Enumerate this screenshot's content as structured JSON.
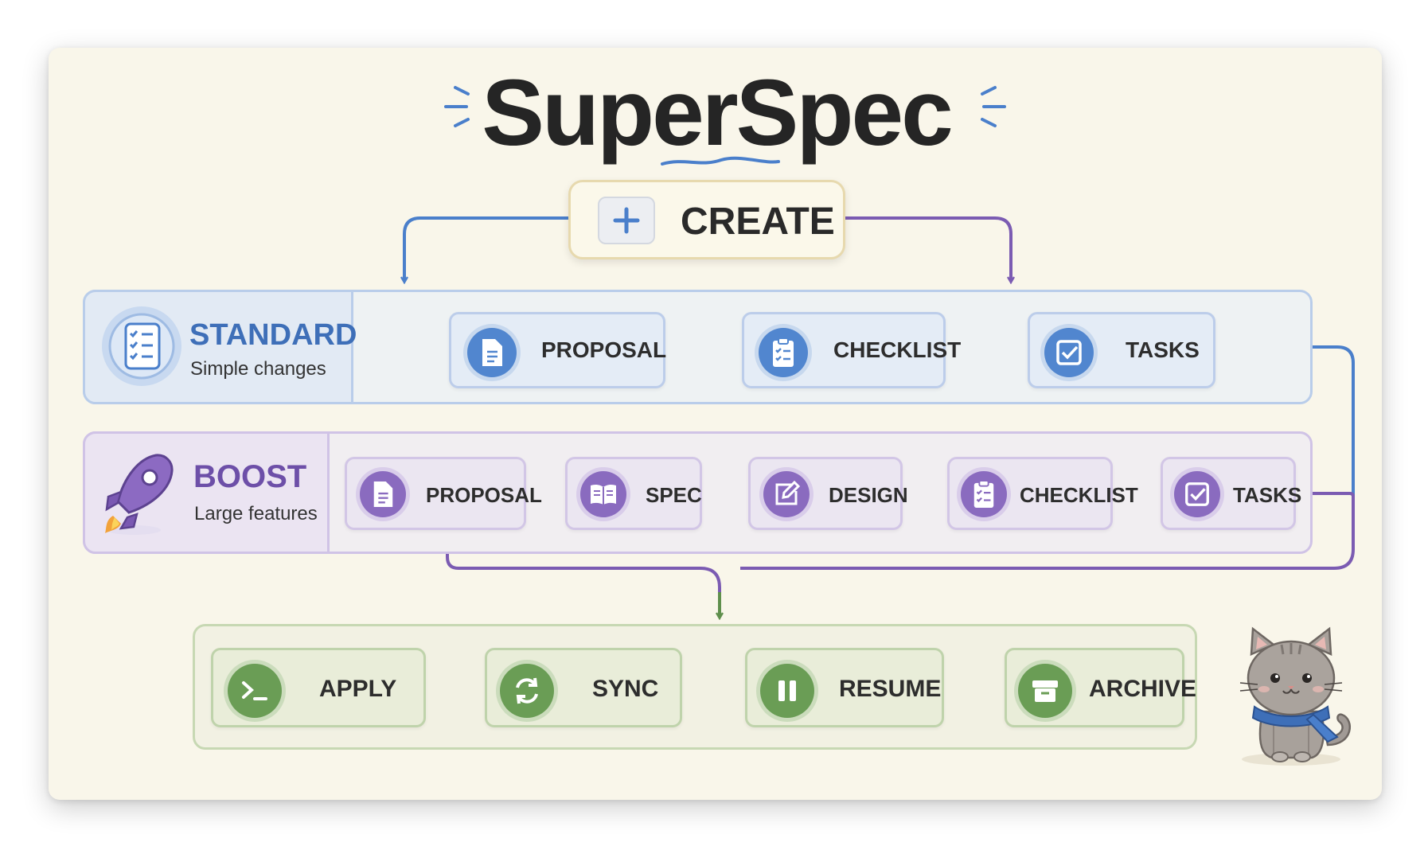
{
  "title": "SuperSpec",
  "create": {
    "label": "CREATE",
    "icon": "plus-icon"
  },
  "standard": {
    "title": "STANDARD",
    "subtitle": "Simple changes",
    "icon": "checklist-icon",
    "steps": [
      {
        "label": "PROPOSAL",
        "icon": "document-icon"
      },
      {
        "label": "CHECKLIST",
        "icon": "clipboard-icon"
      },
      {
        "label": "TASKS",
        "icon": "checkbox-icon"
      }
    ]
  },
  "boost": {
    "title": "BOOST",
    "subtitle": "Large features",
    "icon": "rocket-icon",
    "steps": [
      {
        "label": "PROPOSAL",
        "icon": "document-icon"
      },
      {
        "label": "SPEC",
        "icon": "book-icon"
      },
      {
        "label": "DESIGN",
        "icon": "pencil-square-icon"
      },
      {
        "label": "CHECKLIST",
        "icon": "clipboard-icon"
      },
      {
        "label": "TASKS",
        "icon": "checkbox-icon"
      }
    ]
  },
  "execution": {
    "steps": [
      {
        "label": "APPLY",
        "icon": "terminal-icon"
      },
      {
        "label": "SYNC",
        "icon": "refresh-icon"
      },
      {
        "label": "RESUME",
        "icon": "pause-icon"
      },
      {
        "label": "ARCHIVE",
        "icon": "archive-box-icon"
      }
    ]
  },
  "colors": {
    "standard": "#4a7fcb",
    "boost": "#7b5bb2",
    "execution": "#5f8f4c",
    "title": "#252525",
    "card": "#f9f6ea"
  },
  "decorations": [
    "sparkle-icon",
    "cat-mascot"
  ]
}
